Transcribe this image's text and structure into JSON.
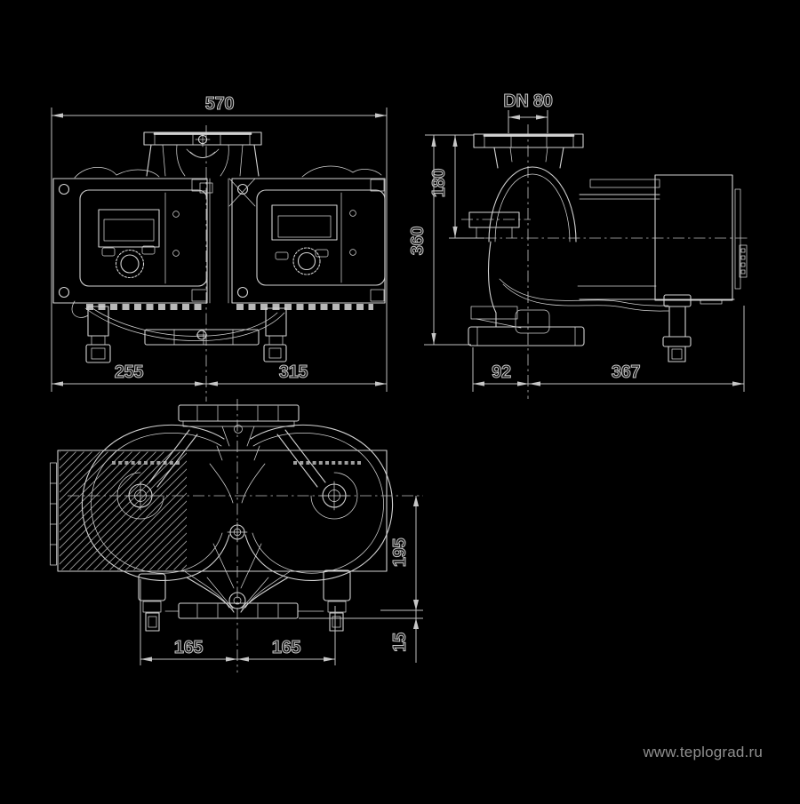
{
  "watermark": {
    "text": "www.teplograd.ru"
  },
  "dimensions": {
    "front": {
      "overall_width": "570",
      "left_of_axis": "255",
      "right_of_axis": "315"
    },
    "side": {
      "flange": "DN 80",
      "flange_to_axis": "180",
      "overall_height": "360",
      "axis_to_front": "92",
      "axis_to_back": "367"
    },
    "top": {
      "axis_to_base_edge": "195",
      "base_plate_height": "15",
      "port_spacing_left": "165",
      "port_spacing_right": "165"
    }
  },
  "colors": {
    "background": "#000000",
    "line": "#d2d2d2",
    "dimension": "#c0c0c0",
    "watermark": "#8f8f8f"
  }
}
